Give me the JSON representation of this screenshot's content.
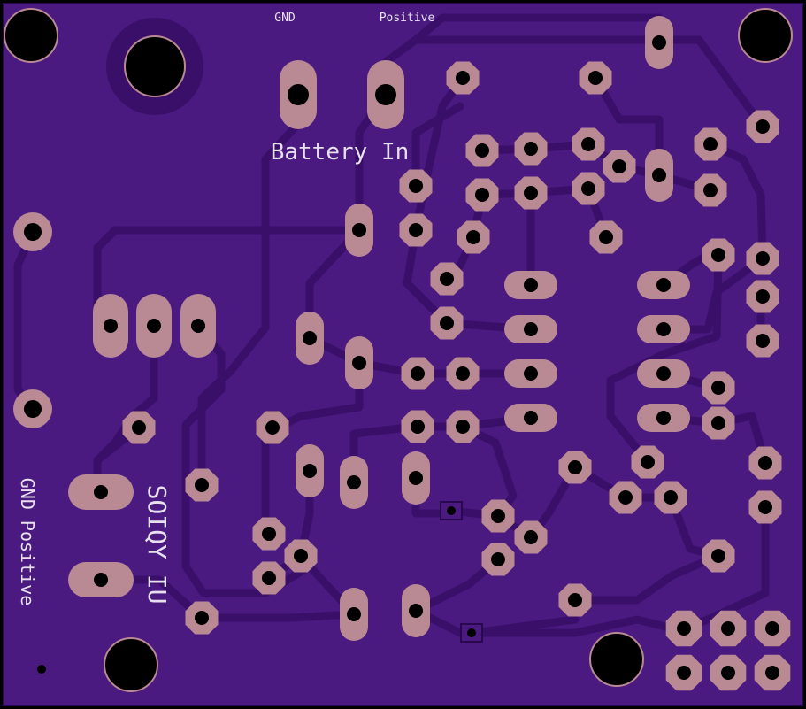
{
  "board": {
    "colors": {
      "background": "#000000",
      "soldermask": "#4a1a80",
      "trace": "#3a0f6a",
      "traceEdge": "#2a0850",
      "pad": "#b98a93",
      "hole": "#000000",
      "silk": "#e8e0ee"
    }
  },
  "labels": {
    "gnd_top": "GND",
    "positive_top": "Positive",
    "battery_in": "Battery In",
    "gnd_positive_side": "GND Positive",
    "version": "SOIQY IU"
  }
}
